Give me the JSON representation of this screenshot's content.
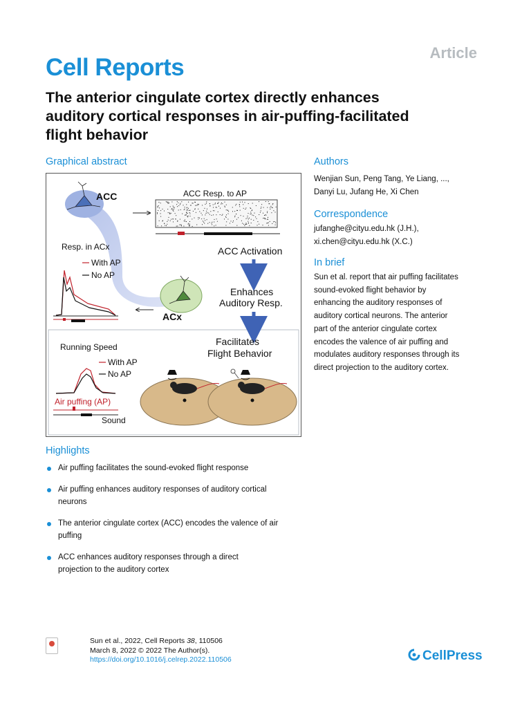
{
  "header": {
    "article_tag": "Article",
    "journal": "Cell Reports",
    "title_lines": [
      "The anterior cingulate cortex directly enhances",
      "auditory cortical responses in air-puffing-facilitated",
      "flight behavior"
    ]
  },
  "graphical_abstract": {
    "heading": "Graphical abstract",
    "labels": {
      "acc": "ACC",
      "acx": "ACx",
      "acc_resp": "ACC Resp. to AP",
      "acc_activation": "ACC Activation",
      "enhances": "Enhances",
      "auditory_resp": "Auditory Resp.",
      "facilitates": "Facilitates",
      "flight_behavior": "Flight Behavior",
      "resp_in_acx": "Resp. in ACx",
      "with_ap": "With AP",
      "no_ap": "No AP",
      "running_speed": "Running Speed",
      "with_ap_2": "With AP",
      "no_ap_2": "No AP",
      "air_puffing": "Air puffing (AP)",
      "sound": "Sound"
    },
    "colors": {
      "acc_neuron": "#4a6fb8",
      "acx_neuron": "#4f8a3c",
      "arrow": "#3f63b5",
      "with_ap": "#c0202a",
      "floor": "#d8b98a"
    }
  },
  "authors": {
    "heading": "Authors",
    "lines": [
      "Wenjian Sun, Peng Tang, Ye Liang, ...,",
      "Danyi Lu, Jufang He, Xi Chen"
    ]
  },
  "correspondence": {
    "heading": "Correspondence",
    "lines": [
      "jufanghe@cityu.edu.hk (J.H.),",
      "xi.chen@cityu.edu.hk (X.C.)"
    ]
  },
  "in_brief": {
    "heading": "In brief",
    "lines": [
      "Sun et al. report that air puffing facilitates",
      "sound-evoked flight behavior by",
      "enhancing the auditory responses of",
      "auditory cortical neurons. The anterior",
      "part of the anterior cingulate cortex",
      "encodes the valence of air puffing and",
      "modulates auditory responses through its",
      "direct projection to the auditory cortex."
    ]
  },
  "highlights": {
    "heading": "Highlights",
    "items": [
      {
        "lines": [
          "Air puffing facilitates the sound-evoked flight response"
        ]
      },
      {
        "lines": [
          "Air puffing enhances auditory responses of auditory cortical",
          "neurons"
        ]
      },
      {
        "lines": [
          "The anterior cingulate cortex (ACC) encodes the valence of air",
          "puffing"
        ]
      },
      {
        "lines": [
          "ACC enhances auditory responses through a direct",
          "projection to the auditory cortex"
        ]
      }
    ]
  },
  "footer": {
    "citation_prefix": "Sun et al., 2022, Cell Reports ",
    "citation_volume": "38",
    "citation_suffix": ", 110506",
    "date_line": "March 8, 2022 © 2022 The Author(s).",
    "doi": "https://doi.org/10.1016/j.celrep.2022.110506",
    "publisher": "CellPress"
  }
}
